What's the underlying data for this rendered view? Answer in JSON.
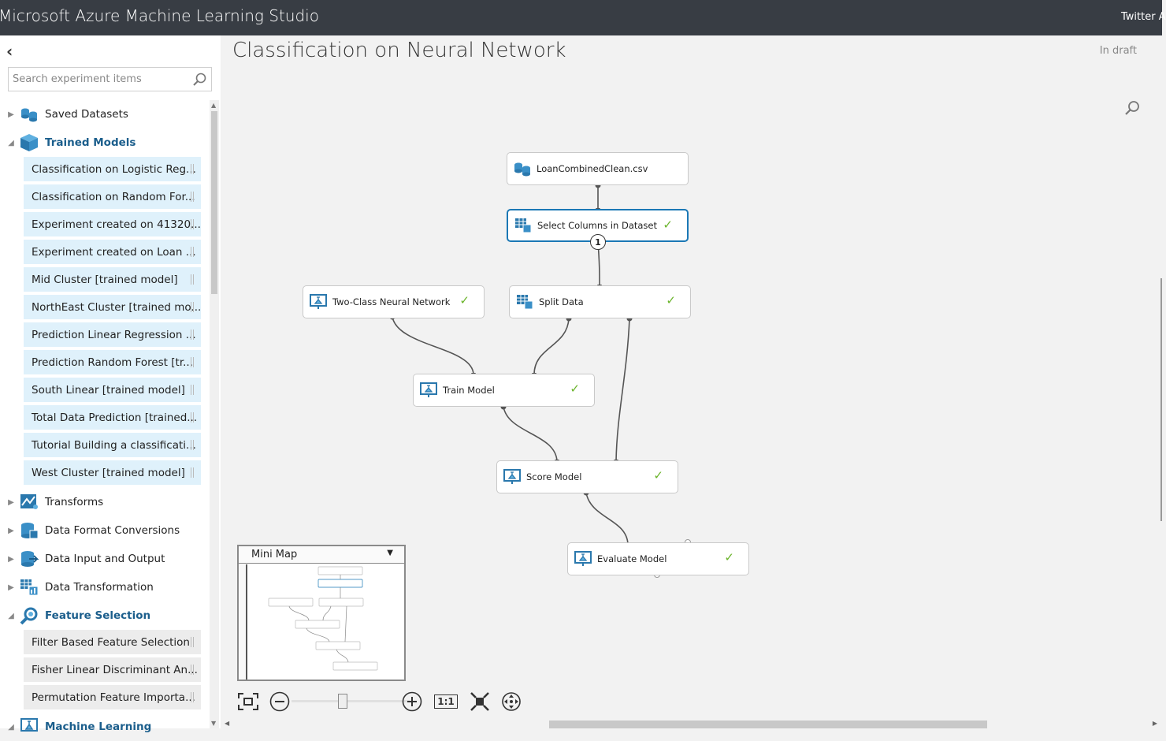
{
  "app": {
    "title": "Microsoft Azure Machine Learning Studio",
    "workspace": "Twitter A"
  },
  "sidebar": {
    "search_placeholder": "Search experiment items",
    "categories": [
      {
        "label": "Saved Datasets",
        "expanded": false,
        "icon": "datasets-icon"
      },
      {
        "label": "Trained Models",
        "expanded": true,
        "icon": "cube-icon",
        "items": [
          "Classification on Logistic Reg...",
          "Classification on Random For...",
          "Experiment created on 41320...",
          "Experiment created on Loan ...",
          "Mid Cluster [trained model]",
          "NorthEast Cluster [trained mo...",
          "Prediction Linear Regression ...",
          "Prediction Random Forest [tr...",
          "South Linear [trained model]",
          "Total Data Prediction [trained...",
          "Tutorial Building a classificati...",
          "West Cluster [trained model]"
        ]
      },
      {
        "label": "Transforms",
        "expanded": false,
        "icon": "transforms-icon"
      },
      {
        "label": "Data Format Conversions",
        "expanded": false,
        "icon": "data-format-icon"
      },
      {
        "label": "Data Input and Output",
        "expanded": false,
        "icon": "data-io-icon"
      },
      {
        "label": "Data Transformation",
        "expanded": false,
        "icon": "data-transformation-icon"
      },
      {
        "label": "Feature Selection",
        "expanded": true,
        "icon": "feature-selection-icon",
        "items": [
          "Filter Based Feature Selection",
          "Fisher Linear Discriminant An...",
          "Permutation Feature Importa..."
        ]
      },
      {
        "label": "Machine Learning",
        "expanded": true,
        "icon": "machine-learning-icon"
      }
    ]
  },
  "experiment": {
    "title": "Classification on Neural Network",
    "status": "In draft",
    "nodes": [
      {
        "id": "loan",
        "label": "LoanCombinedClean.csv",
        "checked": false
      },
      {
        "id": "select",
        "label": "Select Columns in Dataset",
        "checked": true,
        "badge": "1"
      },
      {
        "id": "nn",
        "label": "Two-Class Neural Network",
        "checked": true
      },
      {
        "id": "split",
        "label": "Split Data",
        "checked": true
      },
      {
        "id": "train",
        "label": "Train Model",
        "checked": true
      },
      {
        "id": "score",
        "label": "Score Model",
        "checked": true
      },
      {
        "id": "evaluate",
        "label": "Evaluate Model",
        "checked": true
      }
    ]
  },
  "minimap": {
    "title": "Mini Map"
  },
  "toolbar": {
    "actual_size_label": "1:1"
  },
  "colors": {
    "accent": "#1b78b5",
    "check": "#6ab42a",
    "topbar": "#383d44"
  }
}
